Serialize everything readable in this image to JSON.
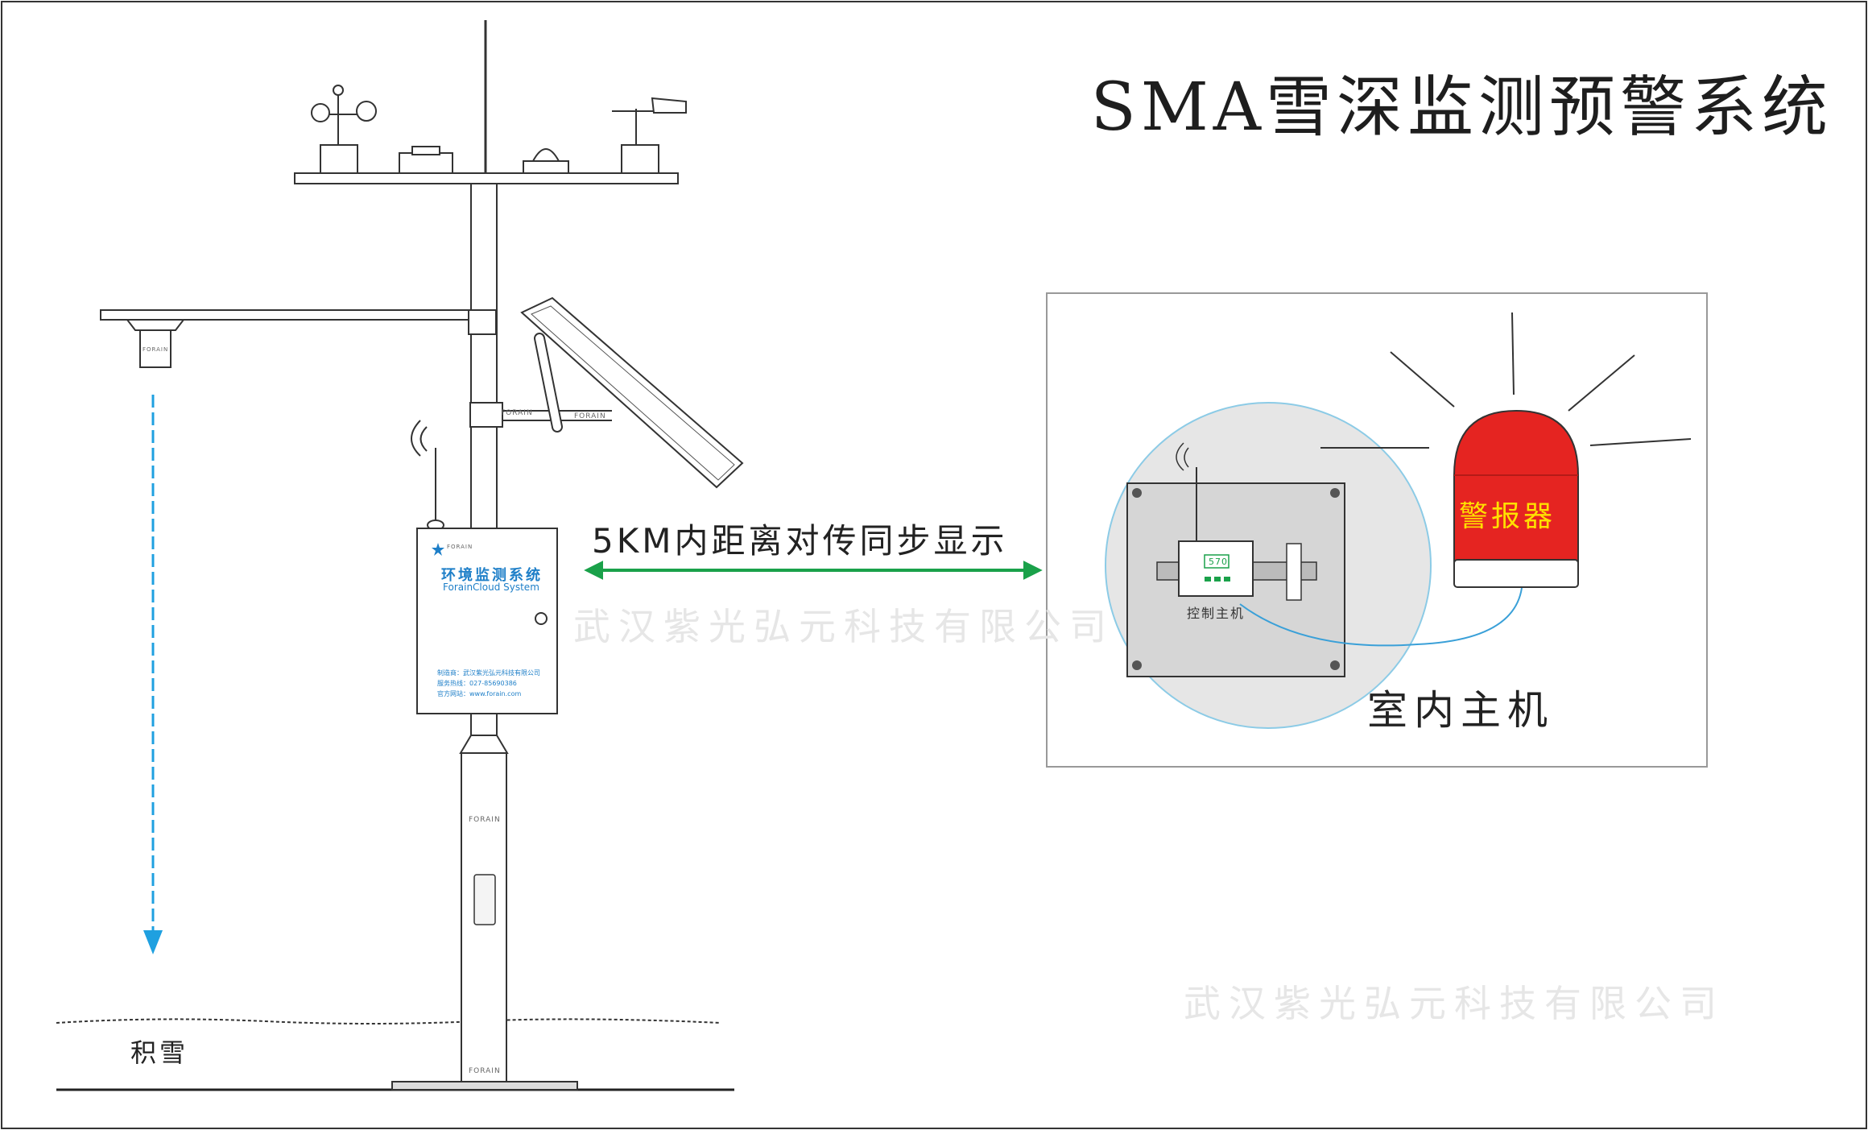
{
  "title": "SMA雪深监测预警系统",
  "link_label": "5KM内距离对传同步显示",
  "indoor_label": "室内主机",
  "snow_label": "积雪",
  "alarm_label": "警报器",
  "controller_label": "控制主机",
  "controller_display": "570",
  "cabinet": {
    "title": "环境监测系统",
    "subtitle": "ForainCloud System",
    "manufacturer": "制造商：武汉紫光弘元科技有限公司",
    "phone": "服务热线：027-85690386",
    "website": "官方网站：www.forain.com"
  },
  "brand_text": "FORAIN",
  "watermark": "武汉紫光弘元科技有限公司",
  "colors": {
    "arrow_blue": "#1fa0e0",
    "link_green": "#1aa14a",
    "alarm_red": "#e52421",
    "alarm_text": "#ffe000",
    "cable_blue": "#3aa0d8",
    "panel_gray": "#e6e6e6"
  }
}
